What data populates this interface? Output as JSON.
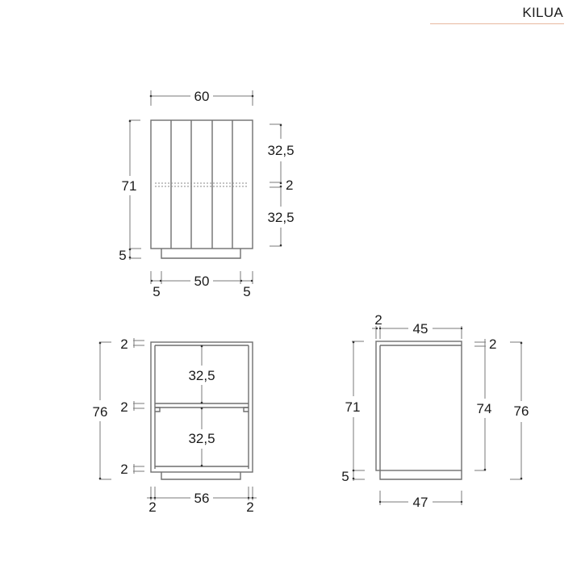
{
  "header": {
    "brand": "KILUA",
    "rule_color": "#e8b8a0"
  },
  "front_view": {
    "width_total": "60",
    "height_body": "71",
    "plinth_height": "5",
    "drawer_top": "32,5",
    "drawer_gap": "2",
    "drawer_bottom": "32,5",
    "inset_left": "5",
    "plinth_width": "50",
    "inset_right": "5"
  },
  "section_view": {
    "height_total": "76",
    "top_thickness": "2",
    "shelf_thickness": "2",
    "bottom_thickness": "2",
    "compartment_upper": "32,5",
    "compartment_lower": "32,5",
    "side_left": "2",
    "inner_width": "56",
    "side_right": "2"
  },
  "side_view": {
    "back_thickness": "2",
    "depth_inner": "45",
    "height_body": "71",
    "plinth_height": "5",
    "top_thickness": "2",
    "height_to_top": "74",
    "height_total": "76",
    "depth_total": "47"
  }
}
